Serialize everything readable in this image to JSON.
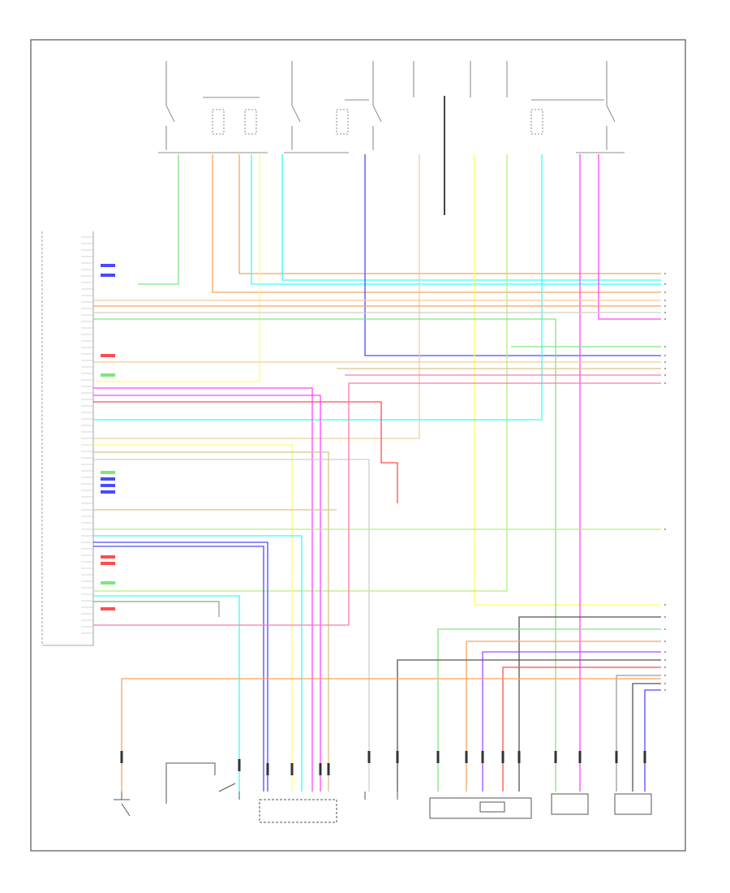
{
  "page": {
    "page_number": ""
  },
  "diagram": {
    "frame_color": "#555555",
    "wire_colors": {
      "green": "#7fe57f",
      "orange": "#f7a45e",
      "peach": "#f5c9a0",
      "yellow": "#ffff66",
      "cyan": "#33ffff",
      "blue": "#4a4aff",
      "magenta": "#ff44ff",
      "red": "#ff4d4d",
      "pink": "#ff7aa8",
      "gray": "#9a9a9a",
      "dark_gray": "#555555",
      "light_gray": "#cfcfcf",
      "tan": "#d9c48a",
      "light_green": "#b3f07a",
      "violet": "#a04cff"
    },
    "labels": {
      "main_fuse_box": "",
      "control_module": "",
      "ground_note": ""
    },
    "top_components": [
      {
        "id": "c1",
        "text": ""
      },
      {
        "id": "c2",
        "text": ""
      },
      {
        "id": "c3",
        "text": ""
      },
      {
        "id": "c4",
        "text": ""
      },
      {
        "id": "c5",
        "text": ""
      },
      {
        "id": "c6",
        "text": ""
      },
      {
        "id": "c7",
        "text": ""
      }
    ],
    "bottom_components": [
      {
        "id": "b1",
        "text": ""
      },
      {
        "id": "b2",
        "text": ""
      },
      {
        "id": "b3",
        "text": ""
      },
      {
        "id": "b4",
        "text": ""
      },
      {
        "id": "b5",
        "text": ""
      },
      {
        "id": "b6",
        "text": ""
      },
      {
        "id": "b7",
        "text": ""
      },
      {
        "id": "b8",
        "text": ""
      }
    ]
  }
}
